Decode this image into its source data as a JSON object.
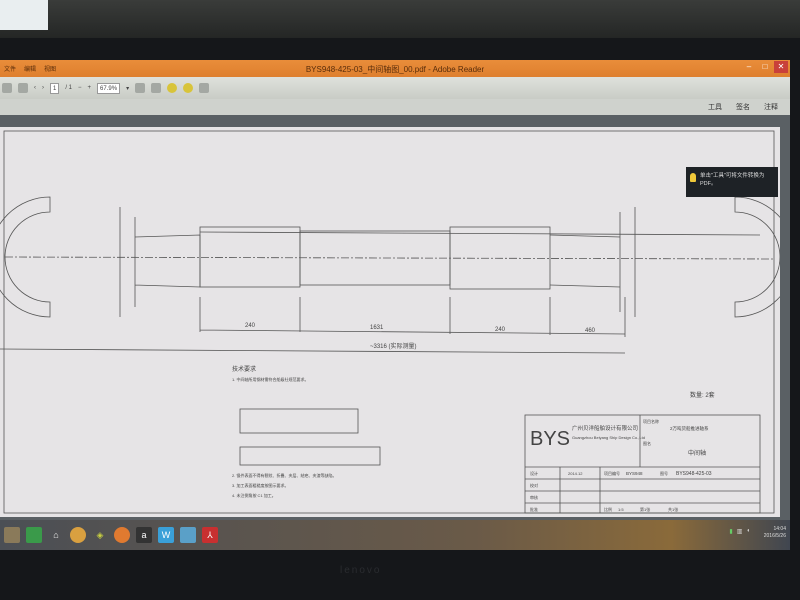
{
  "window": {
    "title": "BYS948-425-03_中间轴图_00.pdf - Adobe Reader",
    "menu": [
      "文件",
      "编辑",
      "视图"
    ],
    "minimize": "–",
    "maximize": "□",
    "close": "✕"
  },
  "toolbar": {
    "page_current": "1",
    "page_total": "/ 1",
    "zoom": "67.9%"
  },
  "panel": {
    "tools": "工具",
    "sign": "签名",
    "comment": "注释"
  },
  "tooltip": {
    "text": "单击\"工具\"可将文件转换为 PDF。"
  },
  "drawing": {
    "dims": {
      "d1": "240",
      "d2": "1631",
      "d3": "240",
      "d4": "460",
      "total": "~3316 (实际测量)"
    },
    "quantity": "数量: 2套",
    "notes_title": "技术要求",
    "notes": [
      "1. 中间轴所用钢材需符合船级社规范要求。",
      "2. 锻件表面不得有裂纹、折叠、夹层、结疤、夹渣等缺陷。",
      "3. 加工表面粗糙度按图示要求。",
      "4. 未注倒角按 C1 加工。"
    ],
    "title_block": {
      "logo": "BYS",
      "company_cn": "广州贝洋船舶设计有限公司",
      "company_en": "Guangzhou Beiyang Ship Design Co.,Ltd",
      "project_label": "项目名称",
      "project": "2万吨货船推进轴系",
      "name_label": "图名",
      "name": "中间轴",
      "date": "2014.12",
      "project_no_label": "项目编号",
      "project_no": "BYS948",
      "drawing_no_label": "图号",
      "drawing_no": "BYS948-425-03",
      "rows": [
        "设计",
        "校对",
        "审核",
        "批准"
      ],
      "scale_label": "比例",
      "scale": "1:5",
      "sheet": "第1张",
      "sheets": "共1张"
    }
  },
  "tray": {
    "time": "14:04",
    "date": "2016/5/26"
  },
  "brand": "lenovo"
}
